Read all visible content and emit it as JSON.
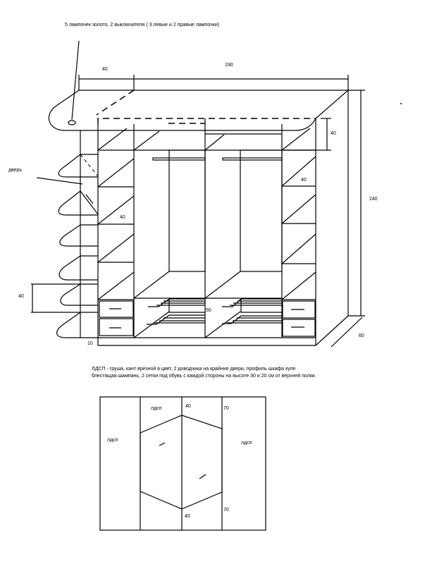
{
  "notes": {
    "lamps": "5 лампочек золото, 2 выключателя ( 3 левые и 2 правые лампочки)",
    "door_label": "дверь",
    "materials": "ЛДСП - груша, кант врезной в цвет, 2 доводчика на крайние двери, профиль шкафа купе блестящая шампань, 2 сетки под обувь с каждой стороны на высоте 30 и 20 см от верхней полки."
  },
  "dimensions": {
    "top_left_width": "40",
    "total_width": "190",
    "top_compartment": "40",
    "height": "240",
    "depth": "60",
    "left_shelf_height": "40",
    "shelf_left": "40",
    "shelf_right": "40",
    "shoe_rack": "50",
    "plinth": "10"
  },
  "door_plan": {
    "left_panel": "лдсп",
    "top_panel": "лдсп",
    "right_panel": "лдсп",
    "top_offset": "40",
    "bottom_offset": "40",
    "right_top": "70",
    "right_bottom": "70"
  }
}
